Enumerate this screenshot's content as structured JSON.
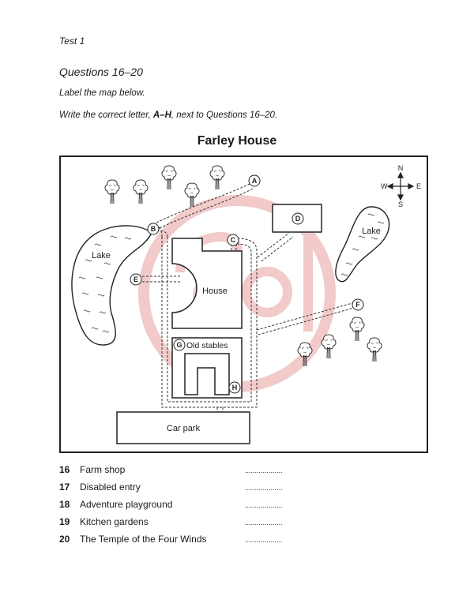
{
  "header": {
    "test_label": "Test 1",
    "questions_heading": "Questions 16–20",
    "instruction_1": "Label the map below.",
    "instruction_2_pre": "Write the correct letter, ",
    "instruction_2_bold": "A–H",
    "instruction_2_post": ", next to Questions 16–20."
  },
  "map": {
    "title": "Farley House",
    "labels": {
      "lake_left": "Lake",
      "lake_right": "Lake",
      "house": "House",
      "old_stables": "Old stables",
      "car_park": "Car park"
    },
    "compass": {
      "n": "N",
      "s": "S",
      "e": "E",
      "w": "W"
    },
    "markers": [
      "A",
      "B",
      "C",
      "D",
      "E",
      "F",
      "G",
      "H"
    ],
    "watermark_color": "#e8a0a0"
  },
  "questions": [
    {
      "number": "16",
      "text": "Farm shop",
      "blank": "..................."
    },
    {
      "number": "17",
      "text": "Disabled entry",
      "blank": "..................."
    },
    {
      "number": "18",
      "text": "Adventure playground",
      "blank": "..................."
    },
    {
      "number": "19",
      "text": "Kitchen gardens",
      "blank": "..................."
    },
    {
      "number": "20",
      "text": "The Temple of the Four Winds",
      "blank": "..................."
    }
  ]
}
